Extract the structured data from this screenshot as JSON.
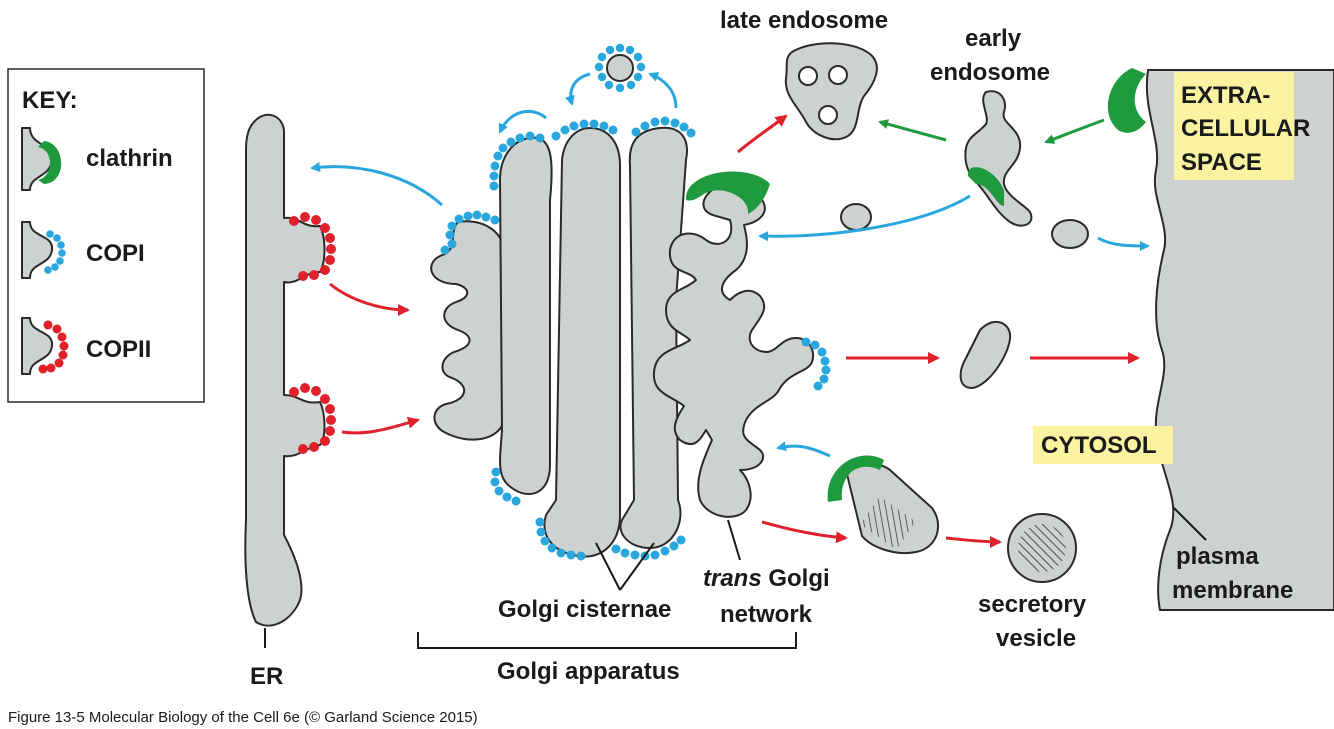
{
  "colors": {
    "organelle": "#cdd1cf",
    "clathrin": "#1f9a3e",
    "copi": "#29a6dd",
    "copii": "#e0202a",
    "highlight": "#fcf3a2"
  },
  "key": {
    "title": "KEY:",
    "items": [
      {
        "label": "clathrin",
        "icon": "clathrin-coat-icon"
      },
      {
        "label": "COPI",
        "icon": "copi-coat-icon"
      },
      {
        "label": "COPII",
        "icon": "copii-coat-icon"
      }
    ]
  },
  "labels": {
    "er": "ER",
    "golgi_cisternae": "Golgi cisternae",
    "trans_italic": "trans",
    "trans_rest": " Golgi",
    "trans_line2": "network",
    "golgi_apparatus": "Golgi apparatus",
    "late_endosome": "late endosome",
    "early_line1": "early",
    "early_line2": "endosome",
    "extracellular_line1": "EXTRA-",
    "extracellular_line2": "CELLULAR",
    "extracellular_line3": "SPACE",
    "cytosol": "CYTOSOL",
    "secretory_line1": "secretory",
    "secretory_line2": "vesicle",
    "plasma_line1": "plasma",
    "plasma_line2": "membrane"
  },
  "caption": "Figure 13-5  Molecular Biology of the Cell 6e (© Garland Science 2015)"
}
